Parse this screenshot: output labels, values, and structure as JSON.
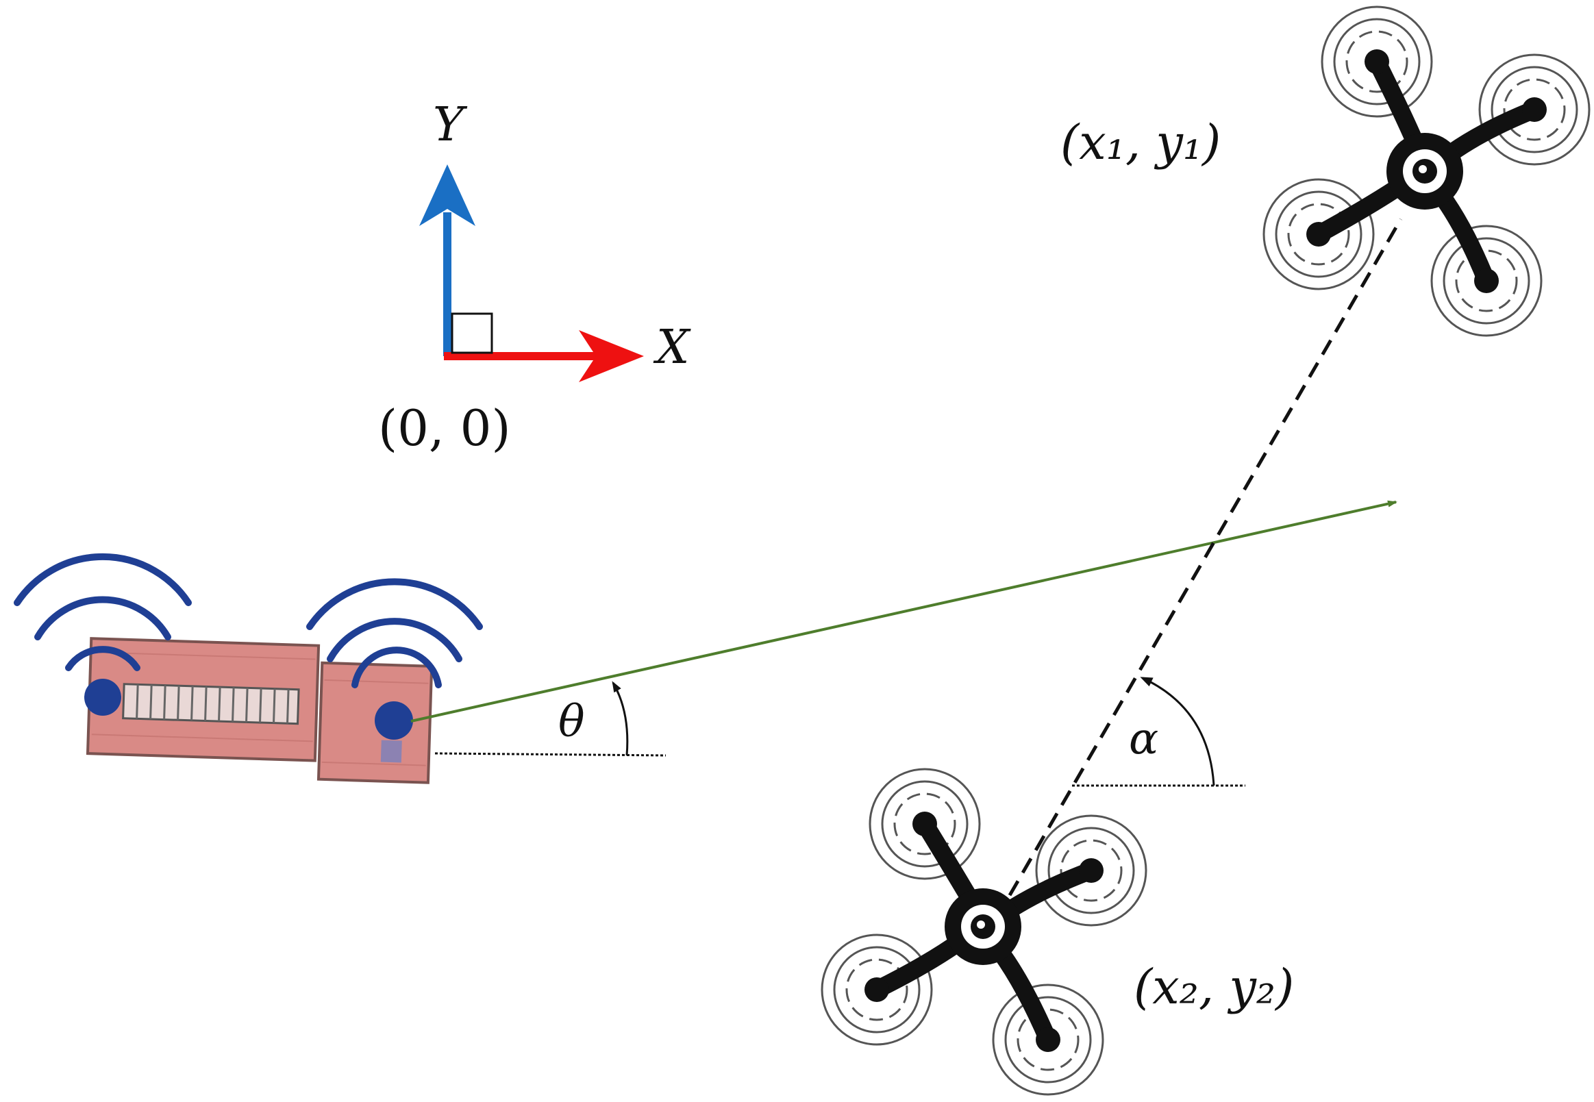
{
  "labels": {
    "axis_y": "Y",
    "axis_x": "X",
    "origin": "(0, 0)",
    "drone1_coord": "(x₁, y₁)",
    "drone2_coord": "(x₂, y₂)",
    "theta": "θ",
    "alpha": "α"
  },
  "colors": {
    "y_axis": "#1a6fc4",
    "x_axis": "#ee1111",
    "heading_line": "#4e7d2c",
    "signal_wave": "#1f3f94",
    "array_body": "#d98a86",
    "drone": "#111111"
  },
  "icons": {
    "antenna_array": "antenna-array-icon",
    "drone": "quadcopter-icon",
    "wave": "wireless-signal-icon"
  }
}
